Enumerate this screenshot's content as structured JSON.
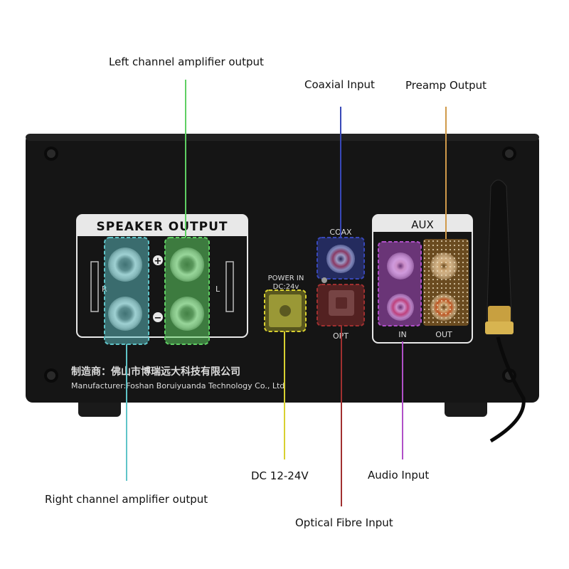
{
  "callouts": {
    "left_channel": "Left channel amplifier output",
    "coaxial": "Coaxial Input",
    "preamp": "Preamp Output",
    "dc": "DC 12-24V",
    "audio_input": "Audio Input",
    "right_channel": "Right channel amplifier output",
    "optical": "Optical Fibre Input"
  },
  "panel": {
    "speaker_output": "SPEAKER OUTPUT",
    "plus": "+",
    "minus": "−",
    "r": "R",
    "l": "L",
    "power_in": "POWER IN",
    "dc_rating": "DC:24v",
    "coax": "COAX",
    "opt": "OPT",
    "aux": "AUX",
    "in": "IN",
    "out": "OUT",
    "manufacturer_cn": "制造商：佛山市博瑞远大科技有限公司",
    "manufacturer_en": "Manufacturer:Foshan Boruiyuanda Technology Co., Ltd"
  },
  "colors": {
    "device": "#151515",
    "left_line": "#5fcf63",
    "right_line": "#5fc4c8",
    "coax_line": "#3848b8",
    "preamp_line": "#d09a4a",
    "dc_line": "#d8d030",
    "audio_line": "#b050c8",
    "optical_line": "#a03030"
  }
}
